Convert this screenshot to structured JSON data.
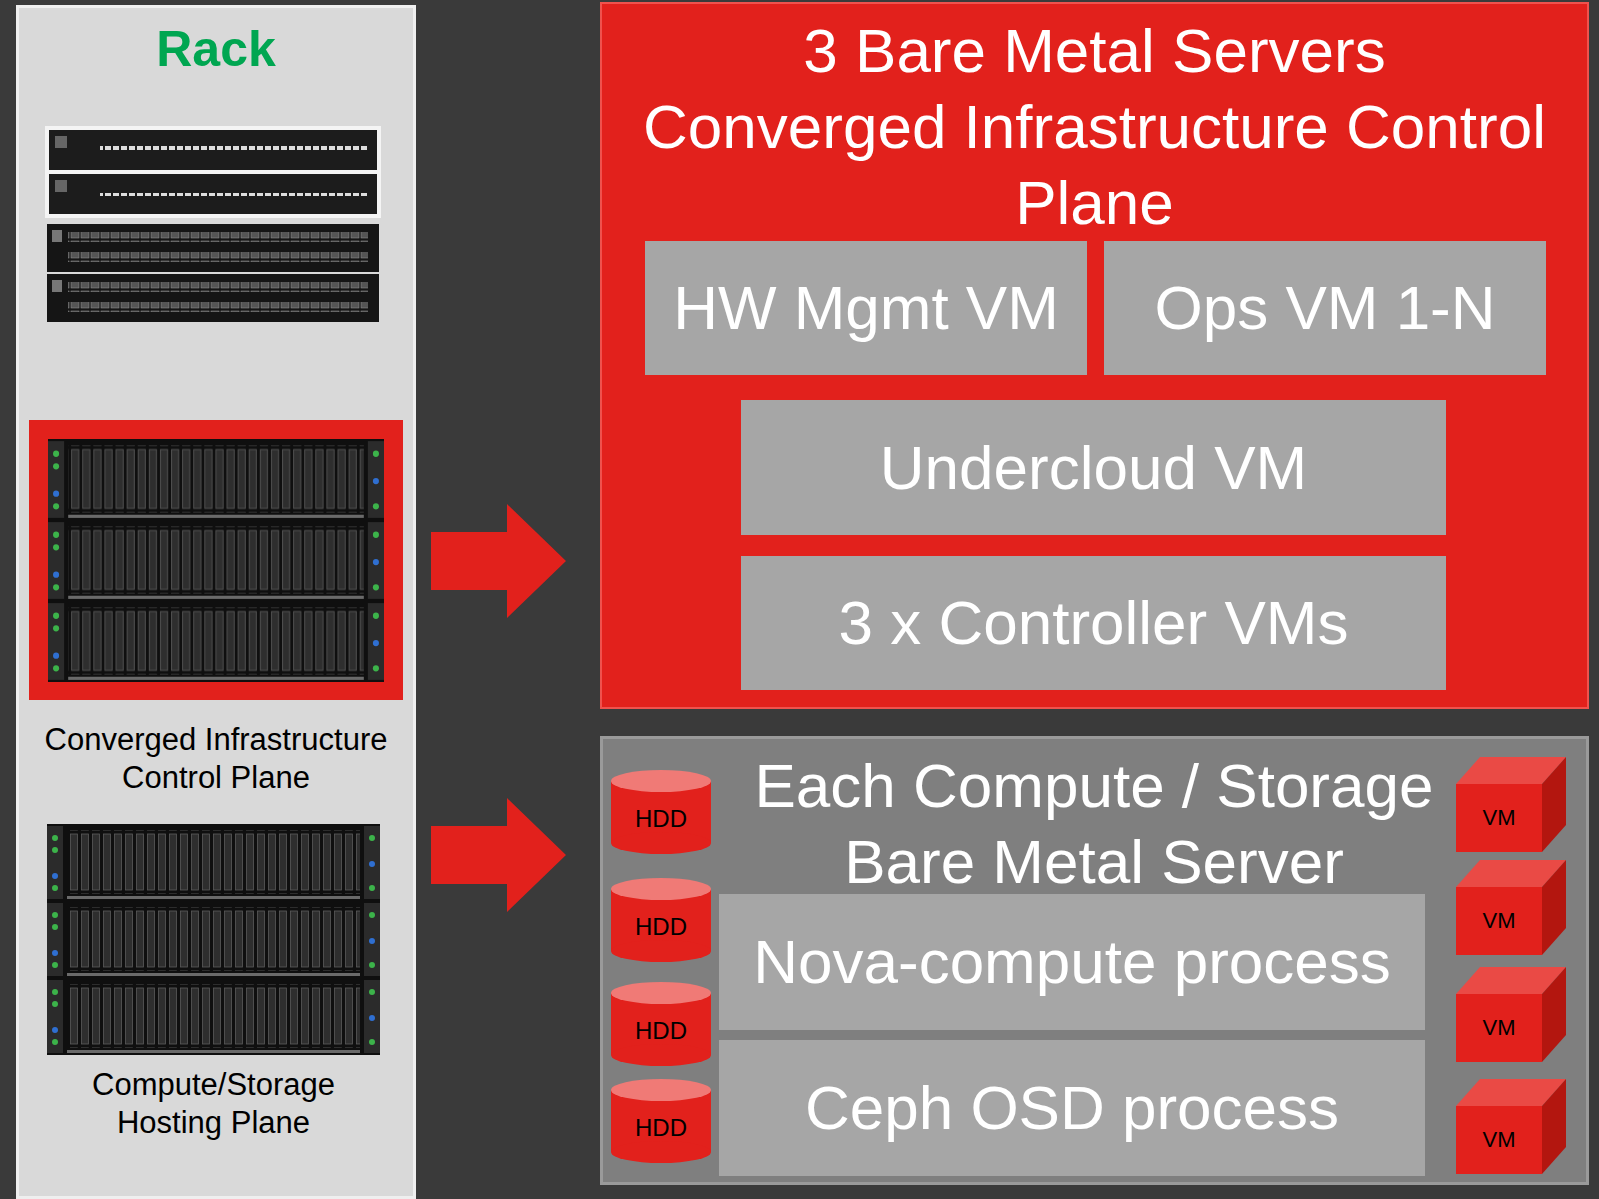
{
  "diagram": {
    "nodes": [
      {
        "text": [
          "Rack"
        ]
      },
      {
        "text": [
          "Converged Infrastructure Control Plane"
        ],
        "in": 0
      },
      {
        "text": [
          "Compute/Storage Hosting Plane"
        ],
        "in": 0
      },
      {
        "text": [
          "3 Bare Metal Servers",
          "Converged Infrastructure Control Plane"
        ]
      },
      {
        "text": [
          "HW Mgmt VM"
        ],
        "in": 3
      },
      {
        "text": [
          "Ops VM 1-N"
        ],
        "in": 3
      },
      {
        "text": [
          "Undercloud VM"
        ],
        "in": 3
      },
      {
        "text": [
          "3 x Controller VMs"
        ],
        "in": 3
      },
      {
        "text": [
          "Each Compute / Storage Bare Metal Server"
        ]
      },
      {
        "text": [
          "HDD"
        ],
        "in": 8
      },
      {
        "text": [
          "HDD"
        ],
        "in": 8
      },
      {
        "text": [
          "HDD"
        ],
        "in": 8
      },
      {
        "text": [
          "HDD"
        ],
        "in": 8
      },
      {
        "text": [
          "Nova-compute process"
        ],
        "in": 8
      },
      {
        "text": [
          "Ceph OSD process"
        ],
        "in": 8
      },
      {
        "text": [
          "VM"
        ],
        "in": 8
      },
      {
        "text": [
          "VM"
        ],
        "in": 8
      },
      {
        "text": [
          "VM"
        ],
        "in": 8
      },
      {
        "text": [
          "VM"
        ],
        "in": 8
      }
    ],
    "edges": [
      {
        "from": 1,
        "to": 3,
        "arrow": "to"
      },
      {
        "from": 2,
        "to": 8,
        "arrow": "to"
      }
    ]
  }
}
